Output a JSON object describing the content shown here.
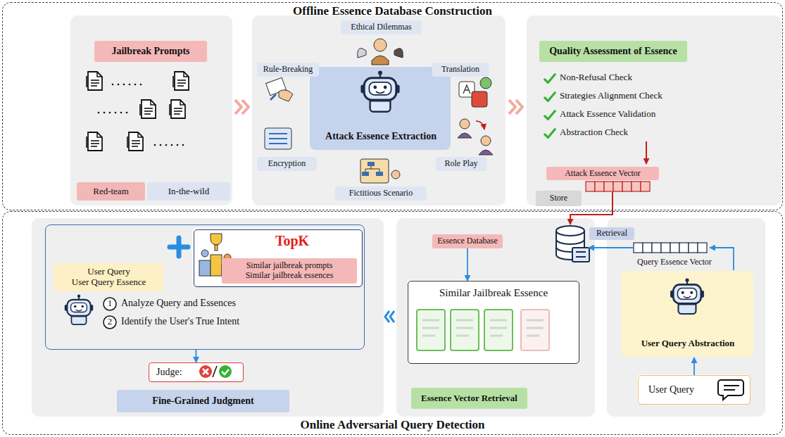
{
  "diagram": {
    "nodes": [
      {
        "text": [
          "Offline Essence Database Construction"
        ]
      },
      {
        "text": [],
        "in": 0
      },
      {
        "text": [
          "Jailbreak Prompts"
        ],
        "in": 1
      },
      {
        "text": [
          "Red-team"
        ],
        "in": 1
      },
      {
        "text": [
          "In-the-wild"
        ],
        "in": 1
      },
      {
        "text": [],
        "in": 0
      },
      {
        "text": [
          "Ethical Dilemmas"
        ],
        "in": 5
      },
      {
        "text": [
          "Rule-Breaking"
        ],
        "in": 5
      },
      {
        "text": [
          "Translation"
        ],
        "in": 5
      },
      {
        "text": [
          "Attack Essence Extraction"
        ],
        "in": 5
      },
      {
        "text": [
          "Encryption"
        ],
        "in": 5
      },
      {
        "text": [
          "Role Play"
        ],
        "in": 5
      },
      {
        "text": [
          "Fictitious Scenario"
        ],
        "in": 5
      },
      {
        "text": [],
        "in": 0
      },
      {
        "text": [
          "Quality Assessment of Essence"
        ],
        "in": 13
      },
      {
        "text": [
          "Attack Essence Vector"
        ],
        "in": 13
      },
      {
        "text": [
          "Store"
        ],
        "in": 13
      },
      {
        "text": [
          "Online Adversarial Query Detection"
        ]
      },
      {
        "text": [],
        "in": 17
      },
      {
        "text": [],
        "in": 18
      },
      {
        "text": [
          "User Query",
          "User Query Essence"
        ],
        "in": 19
      },
      {
        "text": [
          "TopK"
        ],
        "in": 19
      },
      {
        "text": [
          "Similar jailbreak prompts",
          "Similar jailbreak essences"
        ],
        "in": 21
      },
      {
        "text": [
          "Judge:"
        ],
        "in": 18
      },
      {
        "text": [
          "Fine-Grained Judgment"
        ],
        "in": 18
      },
      {
        "text": [],
        "in": 17
      },
      {
        "text": [
          "Essence Database"
        ],
        "in": 25
      },
      {
        "text": [
          "Similar Jailbreak Essence"
        ],
        "in": 25
      },
      {
        "text": [
          "Essence Vector Retrieval"
        ],
        "in": 25
      },
      {
        "text": [
          "Retrieval"
        ],
        "in": 17
      },
      {
        "text": [],
        "in": 17
      },
      {
        "text": [
          "User Query Abstraction"
        ],
        "in": 30
      },
      {
        "text": [
          "User Query"
        ],
        "in": 30
      }
    ],
    "edges": [
      {
        "from": 32,
        "to": 31,
        "arrow": "to"
      },
      {
        "from": 19,
        "to": 23,
        "arrow": "to"
      },
      {
        "from": 26,
        "to": 27,
        "arrow": "to"
      }
    ],
    "labels": [
      "Non-Refusal Check",
      "Strategies Alignment Check",
      "Attack Essence Validation",
      "Abstraction Check",
      "1",
      "Analyze Query and Essences",
      "2",
      "Identify the User's True Intent",
      "Query Essence Vector"
    ]
  }
}
